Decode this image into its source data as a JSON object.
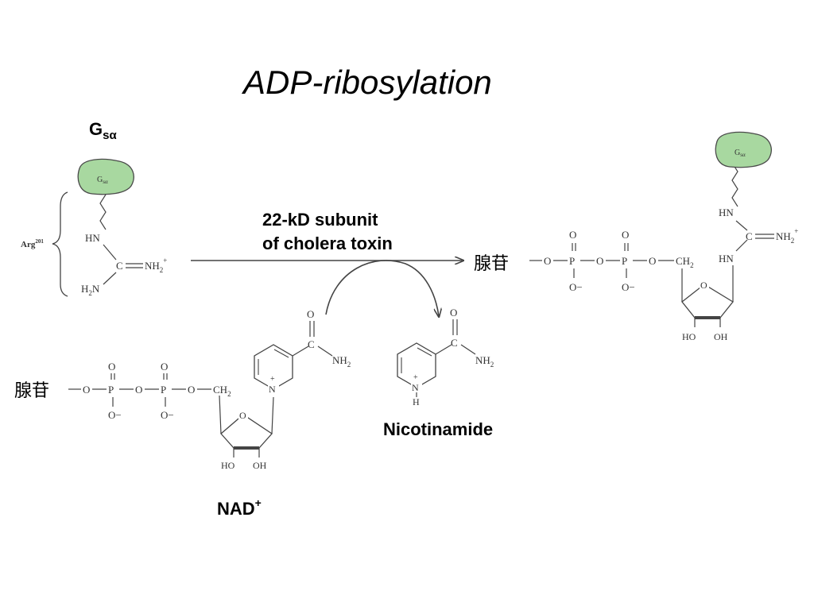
{
  "title": "ADP-ribosylation",
  "gs_label": {
    "base": "G",
    "sub": "sα"
  },
  "protein_blob_label": {
    "base": "G",
    "sub": "sα"
  },
  "arg_label": {
    "base": "Arg",
    "sup": "201"
  },
  "enzyme_label": {
    "line1": "22-kD subunit",
    "line2": "of cholera toxin"
  },
  "adenosine": "腺苷",
  "nicotinamide_label": "Nicotinamide",
  "nad_label": {
    "base": "NAD",
    "sup": "+"
  },
  "atoms": {
    "HN": "HN",
    "C": "C",
    "NH2": "NH",
    "NH2_sub": "2",
    "plus": "+",
    "H2N": "H",
    "H2N_tail": "N",
    "O": "O",
    "P": "P",
    "O_minus": "O−",
    "CH2": "CH",
    "N": "N",
    "H": "H",
    "HO": "HO",
    "OH": "OH"
  },
  "colors": {
    "protein_fill": "#a8d8a0",
    "protein_stroke": "#4a4a4a",
    "line": "#444444"
  }
}
